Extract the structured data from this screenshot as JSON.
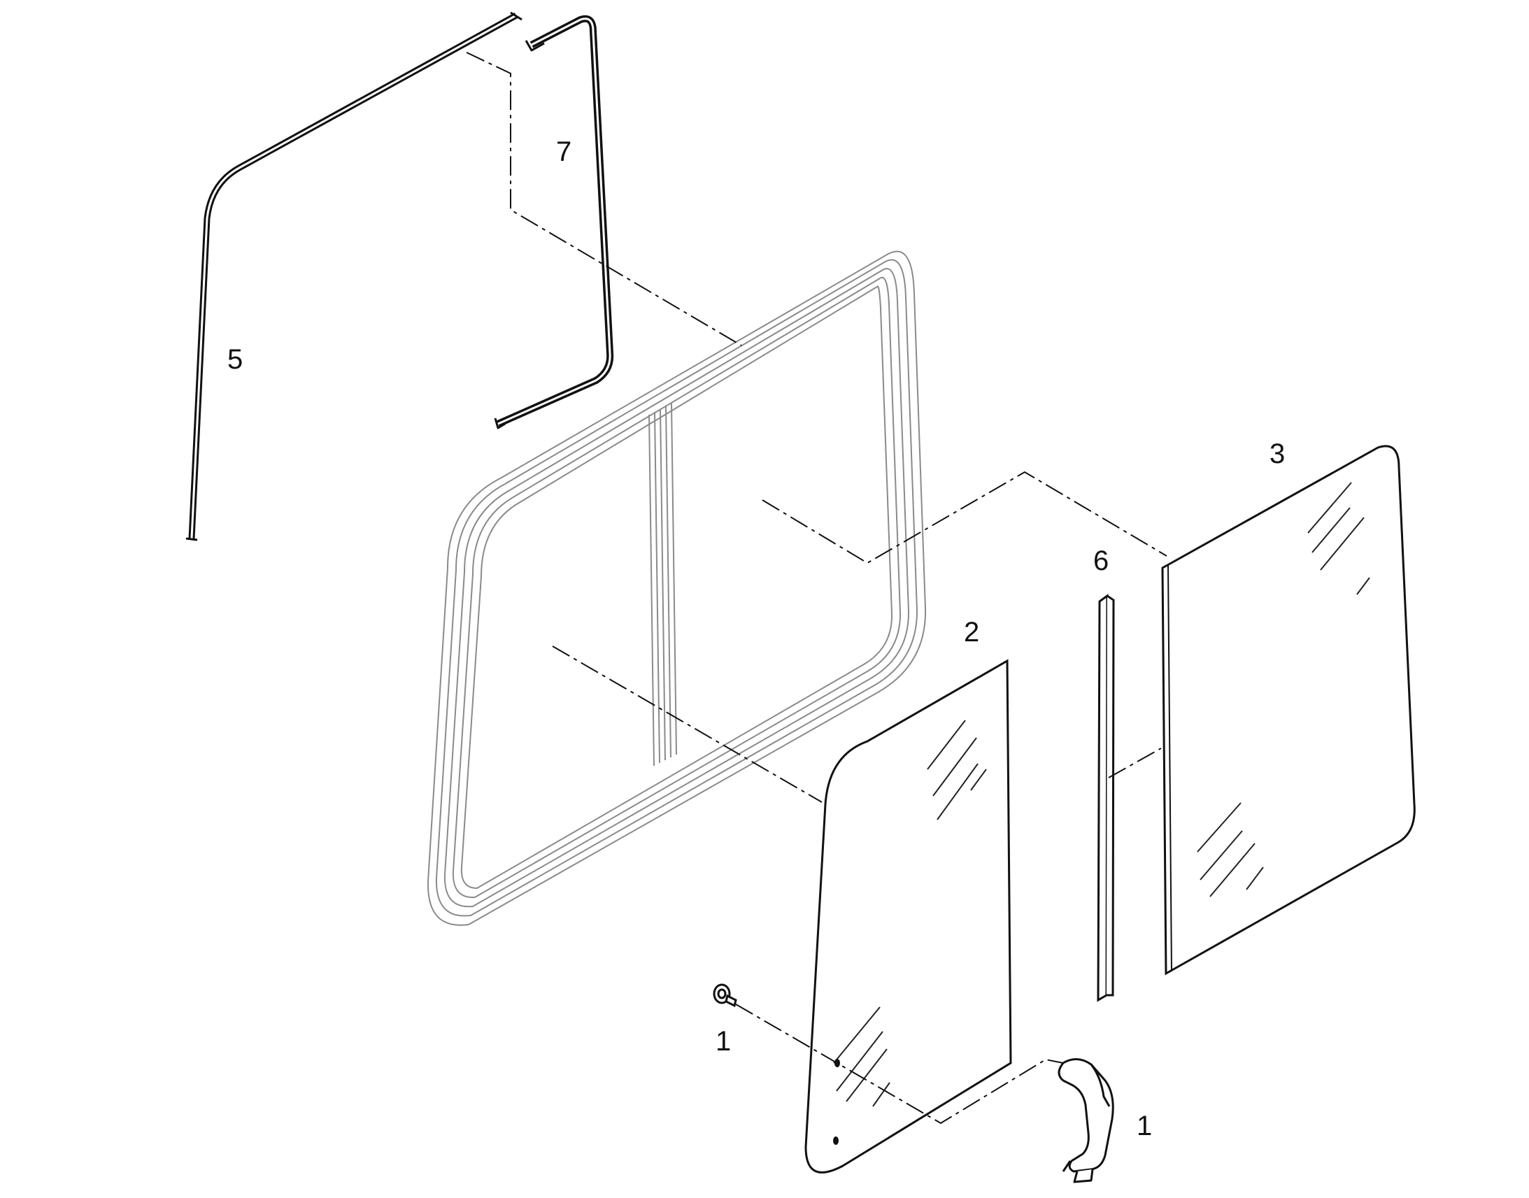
{
  "callouts": {
    "knob_label": "1",
    "handle_label": "1",
    "glass_small_label": "2",
    "glass_large_label": "3",
    "seal_left_label": "5",
    "strip_label": "6",
    "seal_right_label": "7"
  },
  "colors": {
    "ink": "#111111",
    "frame": "#8a8a8a",
    "glass_glare": "#222222"
  }
}
